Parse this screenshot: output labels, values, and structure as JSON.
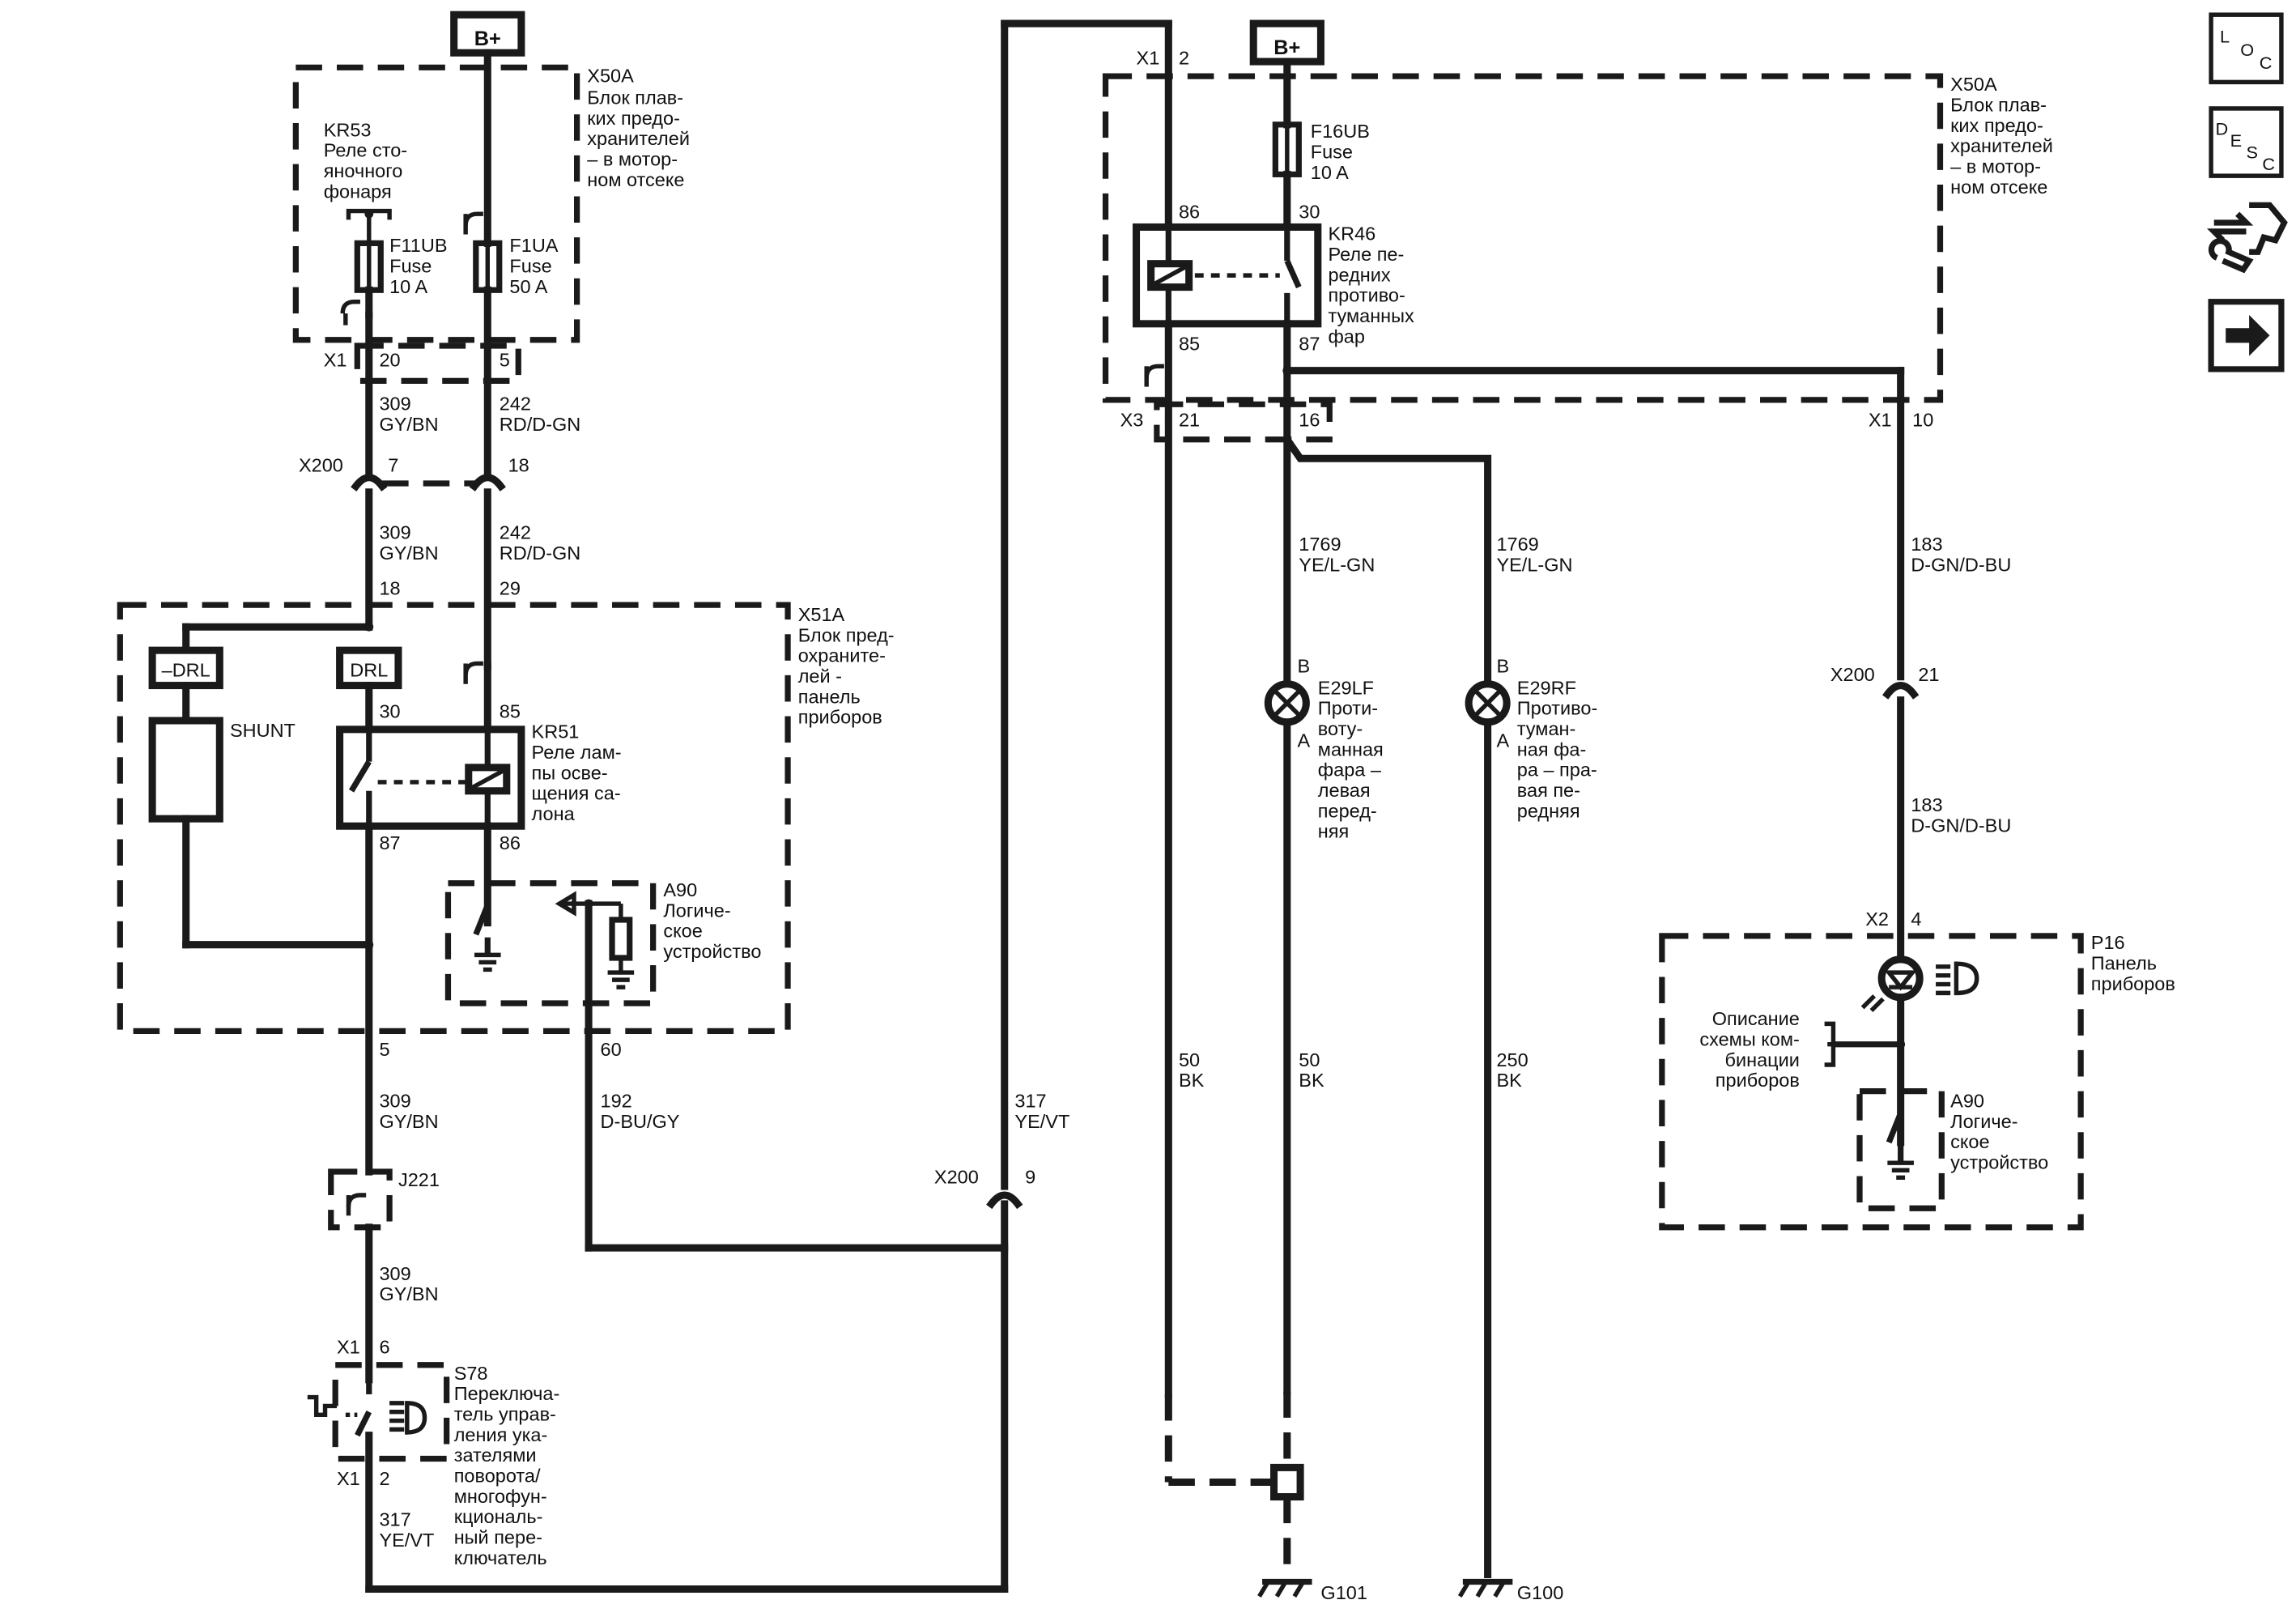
{
  "power": {
    "b_plus_left": "B+",
    "b_plus_right": "B+"
  },
  "x50a_left": {
    "id": "X50A",
    "desc": [
      "Блок плав-",
      "ких предо-",
      "хранителей",
      "– в мотор-",
      "ном отсеке"
    ],
    "relay": {
      "id": "KR53",
      "desc": [
        "Реле сто-",
        "яночного",
        "фонаря"
      ]
    },
    "fuse1": {
      "id": "F11UB",
      "name": "Fuse",
      "rating": "10 A"
    },
    "fuse2": {
      "id": "F1UA",
      "name": "Fuse",
      "rating": "50 A"
    },
    "connector": "X1",
    "pin_a": "20",
    "pin_b": "5"
  },
  "wires": {
    "w309": {
      "num": "309",
      "color": "GY/BN"
    },
    "w242": {
      "num": "242",
      "color": "RD/D-GN"
    },
    "w192": {
      "num": "192",
      "color": "D-BU/GY"
    },
    "w317": {
      "num": "317",
      "color": "YE/VT"
    },
    "w1769": {
      "num": "1769",
      "color": "YE/L-GN"
    },
    "w183": {
      "num": "183",
      "color": "D-GN/D-BU"
    },
    "w50": {
      "num": "50",
      "color": "BK"
    },
    "w250": {
      "num": "250",
      "color": "BK"
    }
  },
  "x200_left": {
    "id": "X200",
    "pin_a": "7",
    "pin_b": "18"
  },
  "x51a": {
    "id": "X51A",
    "desc": [
      "Блок пред-",
      "охраните-",
      "лей -",
      "панель",
      "приборов"
    ],
    "pin_in_a": "18",
    "pin_in_b": "29",
    "drl_neg": "–DRL",
    "drl": "DRL",
    "shunt": "SHUNT",
    "relay": {
      "id": "KR51",
      "desc": [
        "Реле лам-",
        "пы осве-",
        "щения са-",
        "лона"
      ],
      "p30": "30",
      "p85": "85",
      "p87": "87",
      "p86": "86"
    },
    "logic": {
      "id": "A90",
      "desc": [
        "Логиче-",
        "ское",
        "устройство"
      ]
    },
    "pin_out_a": "5",
    "pin_out_b": "60"
  },
  "j221": {
    "id": "J221"
  },
  "s78": {
    "id": "S78",
    "desc": [
      "Переключа-",
      "тель управ-",
      "ления ука-",
      "зателями",
      "поворота/",
      "многофун-",
      "кциональ-",
      "ный пере-",
      "ключатель"
    ],
    "connector": "X1",
    "pin_top": "6",
    "pin_bottom": "2"
  },
  "x200_mid": {
    "id": "X200",
    "pin": "9"
  },
  "x1_top": {
    "id": "X1",
    "pin": "2"
  },
  "x50a_right": {
    "id": "X50A",
    "desc": [
      "Блок плав-",
      "ких предо-",
      "хранителей",
      "– в мотор-",
      "ном отсеке"
    ],
    "fuse": {
      "id": "F16UB",
      "name": "Fuse",
      "rating": "10 A"
    },
    "relay": {
      "id": "KR46",
      "desc": [
        "Реле пе-",
        "редних",
        "противо-",
        "туманных",
        "фар"
      ],
      "p86": "86",
      "p30": "30",
      "p85": "85",
      "p87": "87"
    },
    "x3": "X3",
    "x3_pin_a": "21",
    "x3_pin_b": "16",
    "x1": "X1",
    "x1_pin": "10"
  },
  "lamp_lf": {
    "id": "E29LF",
    "pin_b": "B",
    "pin_a": "A",
    "desc": [
      "Проти-",
      "воту-",
      "манная",
      "фара –",
      "левая",
      "перед-",
      "няя"
    ]
  },
  "lamp_rf": {
    "id": "E29RF",
    "pin_b": "B",
    "pin_a": "A",
    "desc": [
      "Противо-",
      "туман-",
      "ная фа-",
      "ра – пра-",
      "вая пе-",
      "редняя"
    ]
  },
  "x200_right": {
    "id": "X200",
    "pin": "21"
  },
  "p16": {
    "id": "P16",
    "desc": [
      "Панель",
      "приборов"
    ],
    "connector": "X2",
    "pin": "4",
    "cluster_desc": [
      "Описание",
      "схемы ком-",
      "бинации",
      "приборов"
    ],
    "logic": {
      "id": "A90",
      "desc": [
        "Логиче-",
        "ское",
        "устройство"
      ]
    }
  },
  "grounds": {
    "g101": "G101",
    "g100": "G100"
  },
  "nav": {
    "loc": [
      "L",
      "O",
      "C"
    ],
    "desc": [
      "D",
      "E",
      "S",
      "C"
    ]
  }
}
